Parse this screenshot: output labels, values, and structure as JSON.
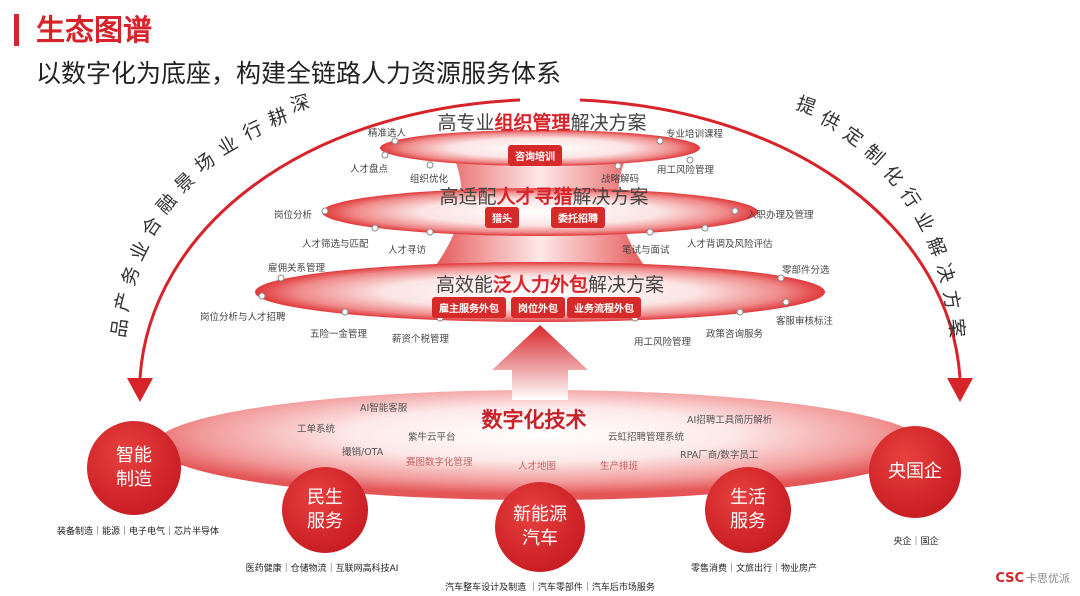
{
  "title": "生态图谱",
  "subtitle": "以数字化为底座，构建全链路人力资源服务体系",
  "left_arc": "品产务业合融景场业行耕深",
  "right_arc": "提供定制化行业解决方案",
  "layers": {
    "top": {
      "pre": "高专业",
      "highlight": "组织管理",
      "post": "解决方案",
      "pills": [
        "咨询培训"
      ],
      "left_items": [
        "精准选人",
        "人才盘点",
        "组织优化"
      ],
      "right_items": [
        "专业培训课程",
        "用工风险管理",
        "战略解码"
      ]
    },
    "middle": {
      "pre": "高适配",
      "highlight": "人才寻猎",
      "post": "解决方案",
      "pills": [
        "猎头",
        "委托招聘"
      ],
      "left_items": [
        "岗位分析",
        "人才筛选与匹配",
        "人才寻访"
      ],
      "right_items": [
        "入职办理及管理",
        "人才背调及风险评估",
        "笔试与面试"
      ]
    },
    "bottom": {
      "pre": "高效能",
      "highlight": "泛人力外包",
      "post": "解决方案",
      "pills": [
        "雇主服务外包",
        "岗位外包",
        "业务流程外包"
      ],
      "left_items": [
        "雇佣关系管理",
        "岗位分析与人才招聘",
        "五险一金管理",
        "薪资个税管理"
      ],
      "right_items": [
        "零部件分选",
        "客服审核标注",
        "政策咨询服务",
        "用工风险管理"
      ]
    }
  },
  "digital": {
    "title": "数字化技术",
    "items": [
      "AI智能客服",
      "AI招聘工具简历解析",
      "工单系统",
      "紫牛云平台",
      "云虹招聘管理系统",
      "撮销/OTA",
      "RPA厂商/数字员工",
      "赛图数字化管理",
      "人才地图",
      "生产排班"
    ]
  },
  "industries": [
    {
      "label": "智能\n制造",
      "detail": "装备制造｜能源｜电子电气｜芯片半导体"
    },
    {
      "label": "民生\n服务",
      "detail": "医药健康｜仓储物流｜互联网高科技AI"
    },
    {
      "label": "新能源\n汽车",
      "detail": "汽车整车设计及制造 ｜汽车零部件｜汽车后市场服务"
    },
    {
      "label": "生活\n服务",
      "detail": "零售消费｜文旅出行｜物业房产"
    },
    {
      "label": "央国企",
      "detail": "央企｜国企"
    }
  ],
  "logo": {
    "en": "CSC",
    "cn": "卡思优派"
  },
  "colors": {
    "brand_red": "#d7232a",
    "disc_red": "#e03a3a",
    "circle_red": "#d8262c"
  }
}
